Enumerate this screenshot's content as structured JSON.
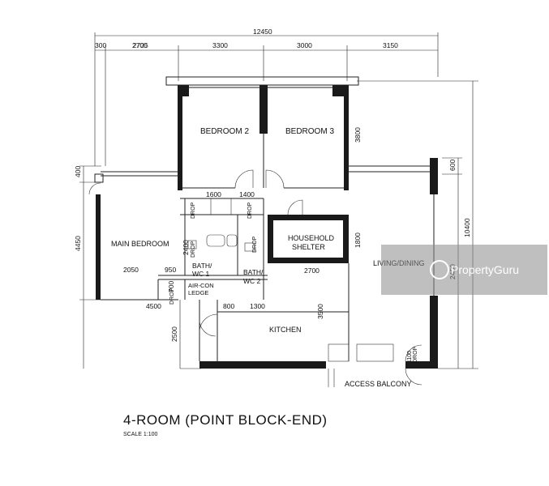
{
  "dimensions_top": {
    "overall": "12450",
    "segments": [
      "300",
      "2700",
      "2725",
      "3300",
      "3000",
      "3150"
    ]
  },
  "dimensions_left": [
    "400",
    "4450",
    "2500"
  ],
  "dimensions_right": [
    "600",
    "10400",
    "2450"
  ],
  "dimensions_inner": {
    "bedroom3_height": "3800",
    "d1600": "1600",
    "d1400": "1400",
    "d2400": "2400",
    "d2050": "2050",
    "d950": "950",
    "d700": "700",
    "d4500": "4500",
    "d800": "800",
    "d1300": "1300",
    "d2700": "2700",
    "d1800": "1800",
    "d3500": "3500",
    "d1100": "1100"
  },
  "rooms": {
    "bedroom2": "BEDROOM 2",
    "bedroom3": "BEDROOM 3",
    "main_bedroom": "MAIN BEDROOM",
    "household_shelter_1": "HOUSEHOLD",
    "household_shelter_2": "SHELTER",
    "living_dining": "LIVING/DINING",
    "bath1_1": "BATH/",
    "bath1_2": "WC 1",
    "bath2_1": "BATH/",
    "bath2_2": "WC 2",
    "aircon_1": "AIR-CON",
    "aircon_2": "LEDGE",
    "kitchen": "KITCHEN",
    "access_balcony": "ACCESS BALCONY"
  },
  "drop_label": "DROP",
  "title": "4-ROOM (POINT BLOCK-END)",
  "scale": "SCALE   1:100",
  "watermark": "PropertyGuru"
}
